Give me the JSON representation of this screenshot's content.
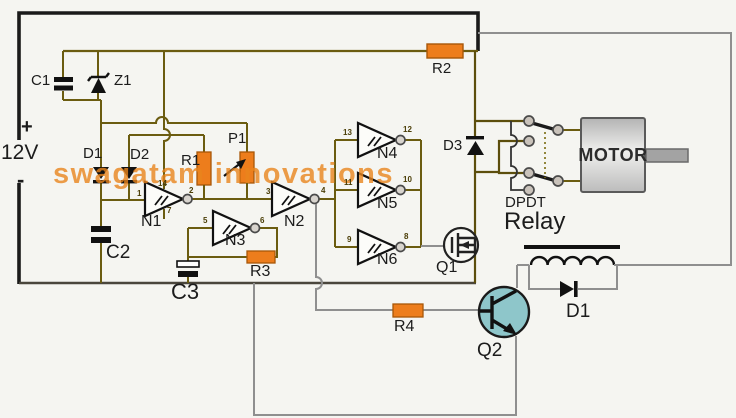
{
  "watermark": {
    "text": "swagatam innovations",
    "color": "#e8851d"
  },
  "power": {
    "plus": "+",
    "voltage": "12V",
    "minus": "-"
  },
  "labels": {
    "c1": "C1",
    "z1": "Z1",
    "d1": "D1",
    "d2": "D2",
    "r1": "R1",
    "p1": "P1",
    "r2": "R2",
    "c2": "C2",
    "c3": "C3",
    "r3": "R3",
    "r4": "R4",
    "d3": "D3",
    "q1": "Q1",
    "q2": "Q2",
    "d1_flyback": "D1"
  },
  "gates": [
    {
      "name": "N1",
      "in": "1",
      "out": "2",
      "vcc": "14",
      "gnd": "7"
    },
    {
      "name": "N2",
      "in": "3",
      "out": "4"
    },
    {
      "name": "N3",
      "in": "5",
      "out": "6"
    },
    {
      "name": "N4",
      "in": "13",
      "out": "12"
    },
    {
      "name": "N5",
      "in": "11",
      "out": "10"
    },
    {
      "name": "N6",
      "in": "9",
      "out": "8"
    }
  ],
  "relay": {
    "type": "DPDT",
    "name": "Relay"
  },
  "motor": {
    "label": "MOTOR"
  },
  "colors": {
    "wire_olive": "#6b5c10",
    "wire_gray": "#8f8f8f",
    "outline": "#1a1a1a",
    "resistor_fill": "#ed7d1c",
    "transistor_fill": "#8ec6ca",
    "contact_fill": "#c9c2ba",
    "background": "#f5f5f1"
  }
}
